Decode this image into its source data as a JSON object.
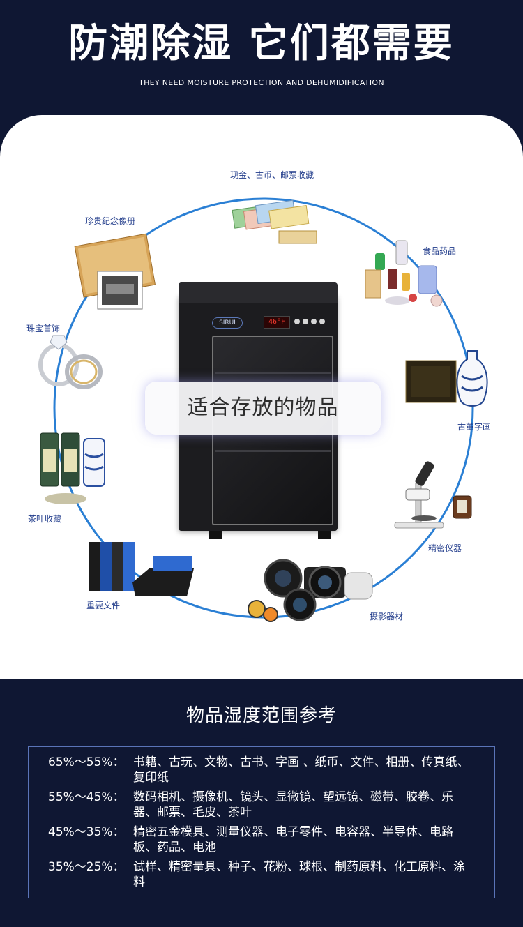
{
  "header": {
    "title": "防潮除湿 它们都需要",
    "subtitle": "THEY NEED MOISTURE PROTECTION AND DEHUMIDIFICATION"
  },
  "cabinet": {
    "brand": "SIRUI",
    "display": "46°F"
  },
  "center_label": "适合存放的物品",
  "categories": [
    {
      "label": "现金、古币、邮票收藏",
      "icon": "banknotes-icon"
    },
    {
      "label": "食品药品",
      "icon": "medicine-bottles-icon"
    },
    {
      "label": "古董字画",
      "icon": "vase-scroll-icon"
    },
    {
      "label": "精密仪器",
      "icon": "microscope-icon"
    },
    {
      "label": "摄影器材",
      "icon": "camera-lens-icon"
    },
    {
      "label": "重要文件",
      "icon": "binder-folder-icon"
    },
    {
      "label": "茶叶收藏",
      "icon": "tea-tin-icon"
    },
    {
      "label": "珠宝首饰",
      "icon": "ring-icon"
    },
    {
      "label": "珍贵纪念像册",
      "icon": "photo-album-icon"
    }
  ],
  "humidity": {
    "title": "物品湿度范围参考",
    "rows": [
      {
        "range": "65%～55%：",
        "items": "书籍、古玩、文物、古书、字画 、纸币、文件、相册、传真纸、复印纸"
      },
      {
        "range": "55%～45%：",
        "items": "数码相机、摄像机、镜头、显微镜、望远镜、磁带、胶卷、乐器、邮票、毛皮、茶叶"
      },
      {
        "range": "45%～35%：",
        "items": "精密五金模具、测量仪器、电子零件、电容器、半导体、电路板、药品、电池"
      },
      {
        "range": "35%～25%：",
        "items": "试样、精密量具、种子、花粉、球根、制药原料、化工原料、涂料"
      }
    ]
  },
  "colors": {
    "background": "#0f1733",
    "panel": "#ffffff",
    "ring": "#2a7fd4",
    "label_text": "#1f3a8a",
    "ref_border": "#5a74b8"
  }
}
